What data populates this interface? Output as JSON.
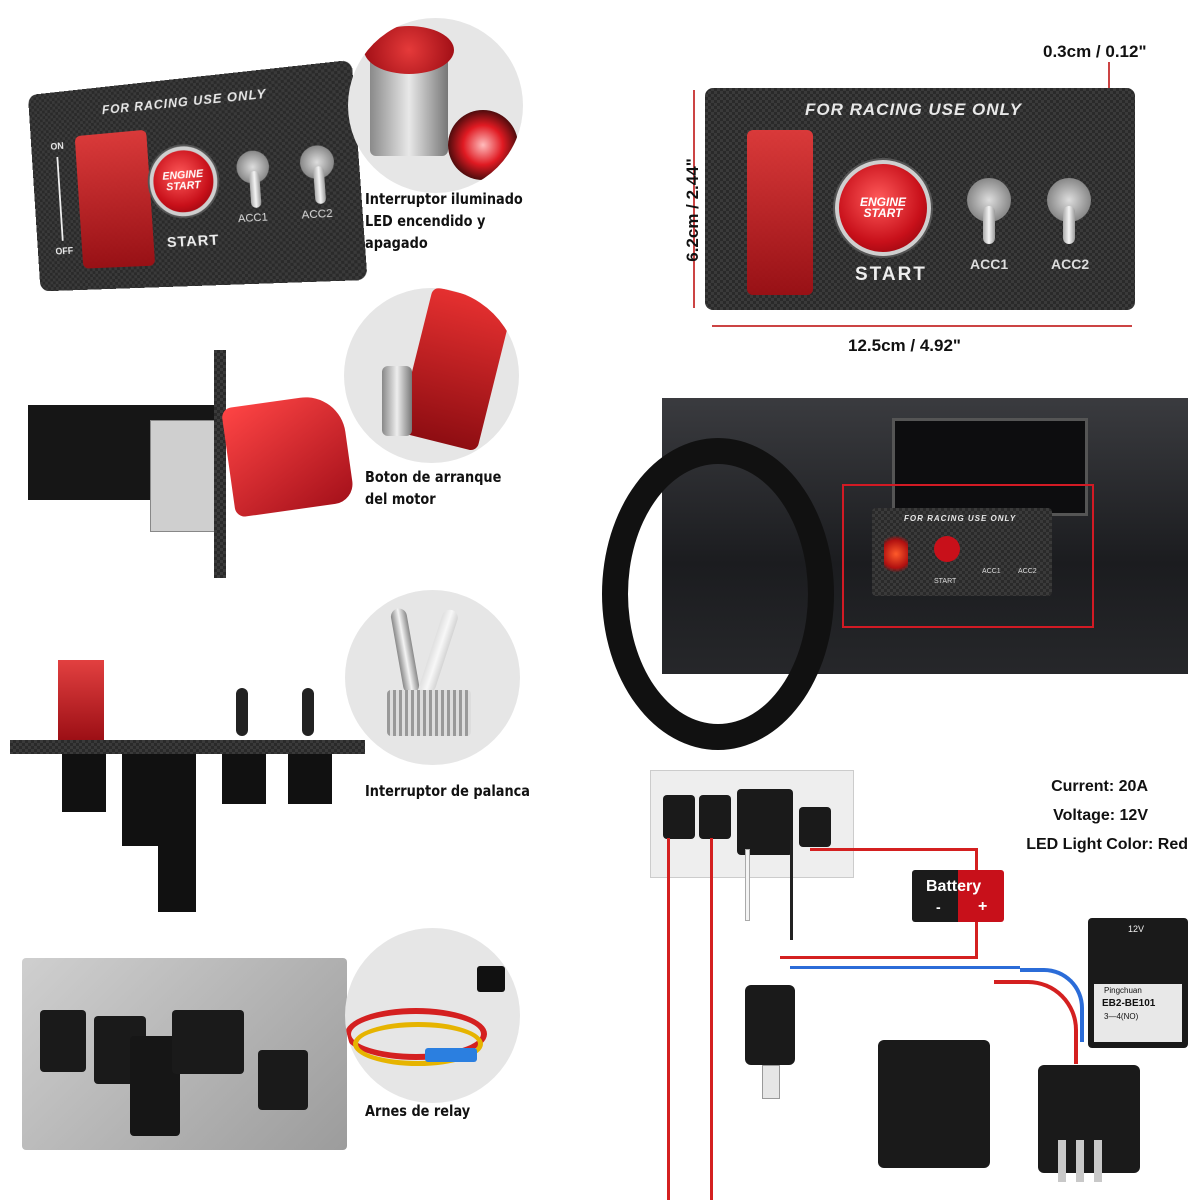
{
  "panel": {
    "racing_text": "FOR RACING USE ONLY",
    "on": "ON",
    "off": "OFF",
    "engine": "ENGINE",
    "start_btn": "START",
    "start": "START",
    "acc1": "ACC1",
    "acc2": "ACC2"
  },
  "labels": {
    "led": "Interruptor iluminado LED encendido y apagado",
    "start_button": "Boton de arranque del motor",
    "toggle": "Interruptor de palanca",
    "relay": "Arnes de relay"
  },
  "dimensions": {
    "thickness": "0.3cm / 0.12\"",
    "height": "6.2cm / 2.44\"",
    "width": "12.5cm / 4.92\""
  },
  "specs": {
    "current": "Current: 20A",
    "voltage": "Voltage: 12V",
    "led_color": "LED Light Color: Red"
  },
  "wiring": {
    "battery": "Battery",
    "minus": "-",
    "plus": "+"
  },
  "switch_module": {
    "voltage": "12V",
    "brand": "Pingchuan",
    "model": "EB2-BE101",
    "contact": "3—4(NO)"
  },
  "colors": {
    "accent_red": "#c8101a",
    "carbon": "#3a3a3a"
  }
}
